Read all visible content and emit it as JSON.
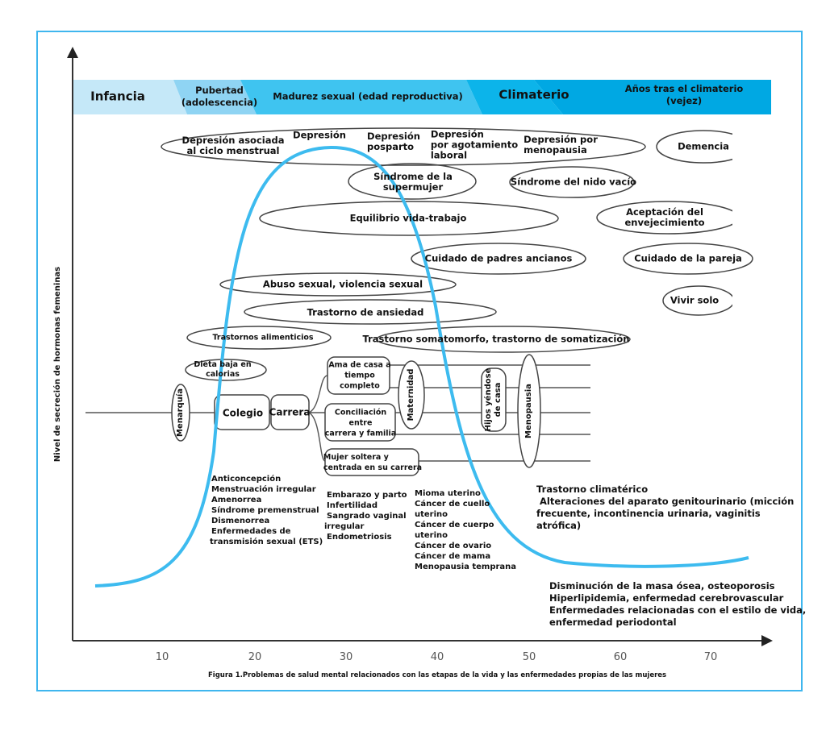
{
  "y_axis_label": "Nivel de secreción de hormonas femeninas",
  "stages": [
    "Infancia",
    "Pubertad (adolescencia)",
    "Madurez sexual (edad reproductiva)",
    "Climaterio",
    "Años tras el climaterio (vejez)"
  ],
  "stage_lines": {
    "pubertad": [
      "Pubertad",
      "(adolescencia)"
    ],
    "vejez": [
      "Años tras el climaterio",
      "(vejez)"
    ]
  },
  "x_ticks": [
    "10",
    "20",
    "30",
    "40",
    "50",
    "60",
    "70"
  ],
  "caption": "Figura 1.Problemas de salud mental relacionados con las etapas de la vida y las enfermedades propias de las mujeres",
  "mental": {
    "dep_ciclo": [
      "Depresión asociada",
      "al ciclo menstrual"
    ],
    "depresion": "Depresión",
    "dep_posparto": [
      "Depresión",
      "posparto"
    ],
    "dep_laboral": [
      "Depresión",
      "por agotamiento",
      "laboral"
    ],
    "dep_menopausia": [
      "Depresión por",
      "menopausia"
    ],
    "demencia": "Demencia",
    "supermujer": [
      "Síndrome de  la",
      "supermujer"
    ],
    "nido": "Síndrome del nido vacío",
    "equilibrio": "Equilibrio vida-trabajo",
    "aceptacion": [
      "Aceptación del",
      "envejecimiento"
    ],
    "padres": "Cuidado de padres ancianos",
    "pareja": "Cuidado de la pareja",
    "abuso": "Abuso sexual, violencia sexual",
    "vivir_solo": "Vivir solo",
    "ansiedad": "Trastorno de ansiedad",
    "alimenticios": "Trastornos alimenticios",
    "somatomorfo": "Trastorno somatomorfo, trastorno de somatización"
  },
  "life": {
    "dieta": [
      "Dieta baja en",
      "calorias"
    ],
    "menarquia": "Menarquía",
    "colegio": "Colegio",
    "carrera": "Carrera",
    "ama": [
      "Ama de casa a",
      "tiempo",
      "completo"
    ],
    "conciliacion": [
      "Conciliación",
      "entre",
      "carrera y familia"
    ],
    "soltera": [
      "Mujer soltera y",
      "centrada en su carrera"
    ],
    "maternidad": "Maternidad",
    "hijos": [
      "Hijos yéndose",
      "de casa"
    ],
    "menopausia": "Menopausia"
  },
  "diseases": {
    "adolescence": [
      "Anticoncepción",
      "Menstruación irregular",
      "Amenorrea",
      "Síndrome premenstrual",
      "Dismenorrea",
      "Enfermedades de",
      "transmisión sexual (ETS)"
    ],
    "reproductive": [
      "Embarazo y parto",
      "Infertilidad",
      "Sangrado vaginal",
      "irregular",
      "Endometriosis"
    ],
    "tumors": [
      "Mioma uterino",
      "Cáncer de cuello",
      "uterino",
      "Cáncer de cuerpo",
      "uterino",
      "Cáncer de ovario",
      "Cáncer de mama",
      "Menopausia temprana"
    ],
    "climacteric": [
      "Trastorno climatérico",
      " Alteraciones del aparato genitourinario (micción",
      "frecuente, incontinencia urinaria, vaginitis",
      "atrófica)"
    ],
    "elderly": [
      "Disminución de la masa ósea, osteoporosis",
      "Hiperlipidemia, enfermedad cerebrovascular",
      "Enfermedades relacionadas con el estilo de vida,",
      "enfermedad periodontal"
    ]
  },
  "colors": {
    "curve": "#3dbbef",
    "frame": "#3fb6ee",
    "band": [
      "#c5e8f8",
      "#8fd4f3",
      "#3fc4f0",
      "#0cb4ea",
      "#00a8e3"
    ]
  }
}
